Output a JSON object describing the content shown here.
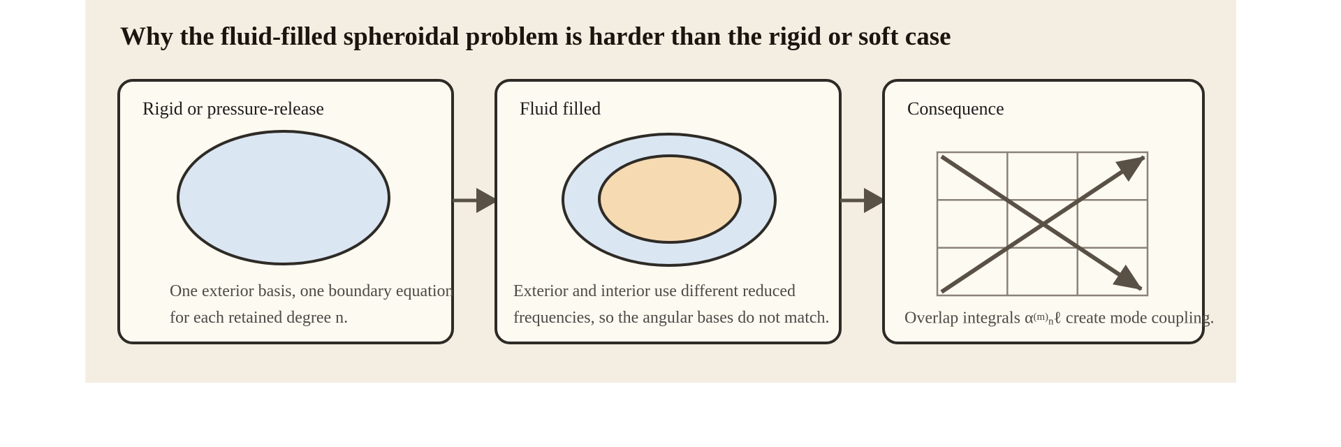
{
  "page": {
    "title": "Why the fluid-filled spheroidal problem is harder than the rigid or soft case"
  },
  "colors": {
    "canvas_bg": "#ffffff",
    "band_bg": "#f4eee2",
    "panel_bg": "#fdfaf2",
    "panel_border": "#2e2b26",
    "heading_text": "#1d1c1a",
    "caption_text": "#4e4a45",
    "spheroid_blue": "#dbe6f3",
    "fluid_core_tan": "#f6dab2",
    "matrix_grid_line": "#8b8278",
    "arrow": "#5a5146"
  },
  "panels": [
    {
      "heading": "Rigid or pressure-release",
      "diagram": "single-spheroid-ellipse",
      "caption_lines": [
        "One exterior basis, one boundary equation",
        "for each retained degree n."
      ]
    },
    {
      "heading": "Fluid filled",
      "diagram": "nested-spheroid-ellipses",
      "caption_lines": [
        "Exterior and interior use different reduced",
        "frequencies, so the angular bases do not match."
      ]
    },
    {
      "heading": "Consequence",
      "diagram": "mode-coupling-matrix-with-cross-arrows",
      "caption": {
        "prefix": "Overlap integrals α",
        "sup": "(m)",
        "sub": "n",
        "suffix": "ℓ create mode coupling."
      }
    }
  ]
}
